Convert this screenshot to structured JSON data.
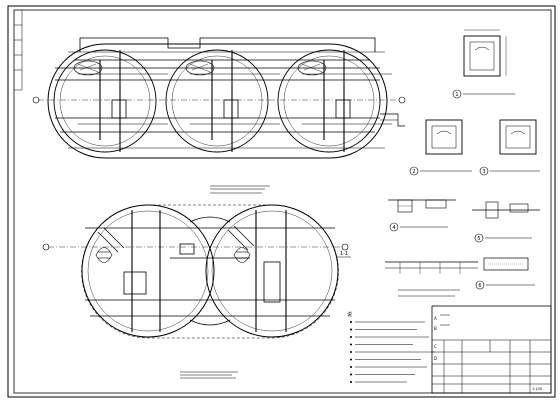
{
  "drawing": {
    "line_color": "#000000",
    "paper_color": "#ffffff",
    "upper_plan": {
      "circle_count": 3
    },
    "lower_plan": {
      "circle_count": 2
    },
    "details": [
      {
        "number": "1"
      },
      {
        "number": "2"
      },
      {
        "number": "3"
      },
      {
        "number": "4"
      },
      {
        "number": "5"
      },
      {
        "number": "6"
      }
    ],
    "section_mark": "1-1",
    "notes_heading": "说",
    "notes_count": 9,
    "title_block": {
      "rev_labels": [
        "A",
        "B",
        "C",
        "D"
      ],
      "value": "1:100"
    }
  }
}
